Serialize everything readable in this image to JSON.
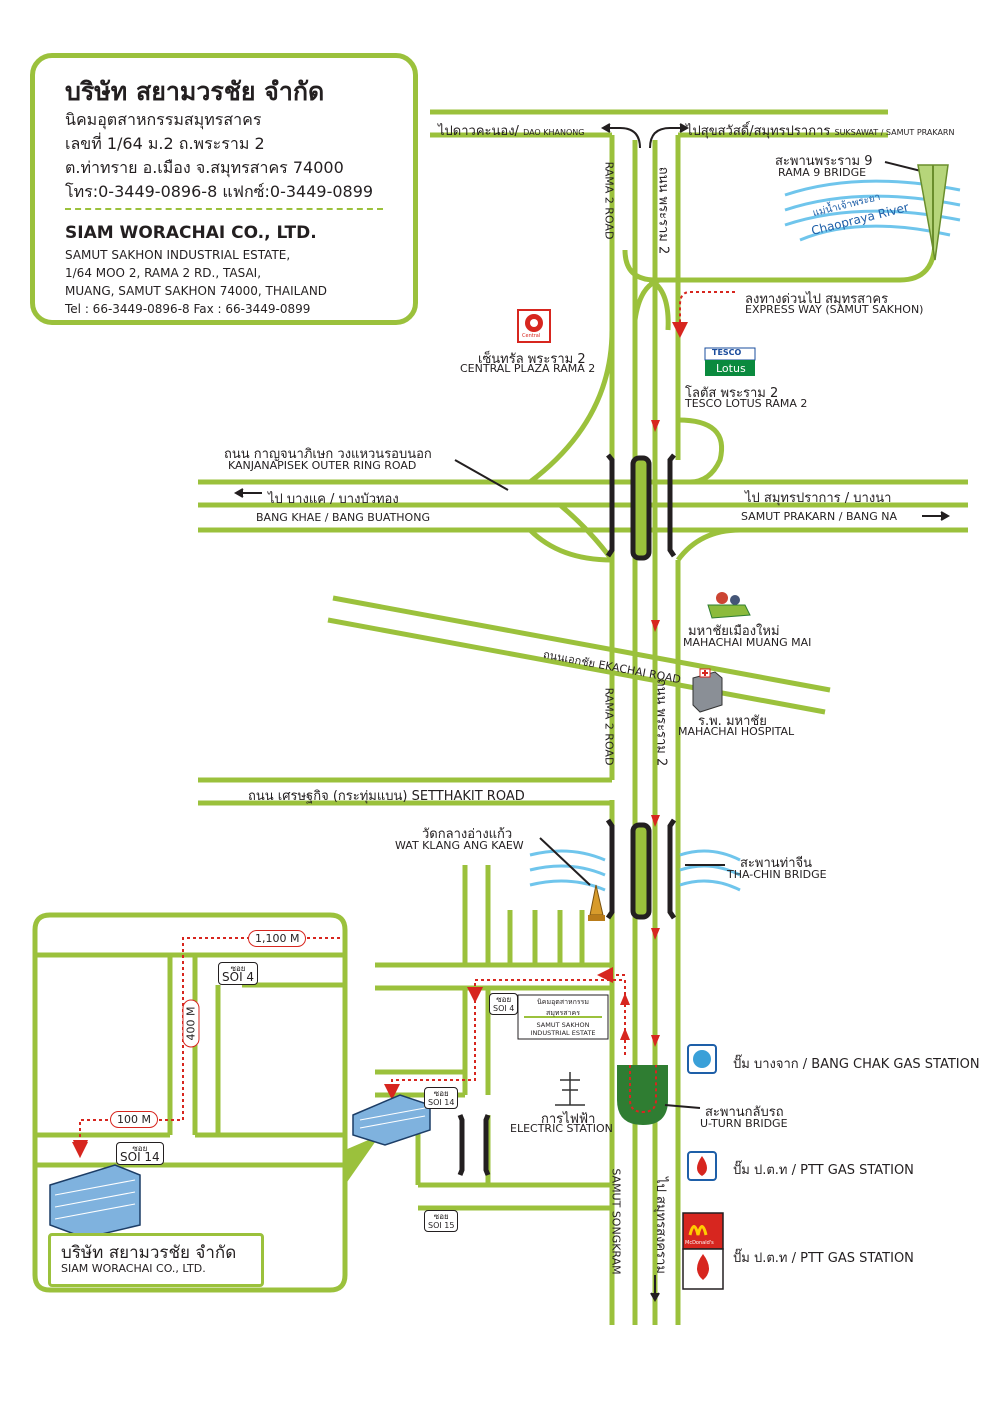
{
  "company": {
    "name_th": "บริษัท สยามวรชัย จำกัด",
    "estate_th": "นิคมอุตสาหกรรมสมุทรสาคร",
    "address1_th": "เลขที่ 1/64 ม.2 ถ.พระราม 2",
    "address2_th": "ต.ท่าทราย อ.เมือง จ.สมุทรสาคร 74000",
    "phone_th": "โทร:0-3449-0896-8 แฟกซ์:0-3449-0899",
    "name_en": "SIAM WORACHAI CO., LTD.",
    "address1_en": "SAMUT SAKHON INDUSTRIAL ESTATE,",
    "address2_en": "1/64 MOO 2, RAMA 2 RD., TASAI,",
    "address3_en": "MUANG, SAMUT SAKHON 74000, THAILAND",
    "phone_en": "Tel : 66-3449-0896-8      Fax : 66-3449-0899"
  },
  "labels": {
    "dao_khanong_th": "ไปดาวคะนอง/",
    "dao_khanong_en": "DAO KHANONG",
    "suksawat_th": "ไปสุขสวัสดิ์/สมุทรปราการ",
    "suksawat_en": "SUKSAWAT / SAMUT PRAKARN",
    "rama9_th": "สะพานพระราม 9",
    "rama9_en": "RAMA 9 BRIDGE",
    "river_th": "แม่น้ำเจ้าพระยา",
    "river_en": "Chaopraya River",
    "rama2_road_en": "RAMA 2 ROAD",
    "rama2_road_th": "ถนน พระราม 2",
    "expressway_th": "ลงทางด่วนไป สมุทรสาคร",
    "expressway_en": "EXPRESS WAY (SAMUT SAKHON)",
    "central_logo": "Central",
    "central_th": "เซ็นทรัล พระราม 2",
    "central_en": "CENTRAL PLAZA RAMA 2",
    "tesco_logo_top": "TESCO",
    "tesco_logo_bottom": "Lotus",
    "tesco_th": "โลตัส พระราม 2",
    "tesco_en": "TESCO LOTUS RAMA 2",
    "kanjanapisek_th": "ถนน กาญจนาภิเษก วงแหวนรอบนอก",
    "kanjanapisek_en": "KANJANAPISEK OUTER RING ROAD",
    "bang_khae_th": "ไป บางแค / บางบัวทอง",
    "bang_khae_en": "BANG KHAE / BANG BUATHONG",
    "samut_prakarn_th": "ไป สมุทรปราการ / บางนา",
    "samut_prakarn_en": "SAMUT PRAKARN / BANG NA",
    "mahachai_mm_th": "มหาชัยเมืองใหม่",
    "mahachai_mm_en": "MAHACHAI MUANG MAI",
    "ekachai": "ถนนเอกชัย EKACHAI ROAD",
    "hospital_th": "ร.พ. มหาชัย",
    "hospital_en": "MAHACHAI HOSPITAL",
    "setthakit": "ถนน เศรษฐกิจ (กระทุ่มแบน) SETTHAKIT ROAD",
    "wat_th": "วัดกลางอ่างแก้ว",
    "wat_en": "WAT KLANG ANG KAEW",
    "thachin_th": "สะพานท่าจีน",
    "thachin_en": "THA-CHIN BRIDGE",
    "estate_sign_th": "นิคมอุตสาหกรรม สมุทรสาคร",
    "estate_sign_en": "SAMUT SAKHON INDUSTRIAL ESTATE",
    "bangchak": "ปั๊ม บางจาก / BANG CHAK GAS STATION",
    "uturn_th": "สะพานกลับรถ",
    "uturn_en": "U-TURN BRIDGE",
    "electric_th": "การไฟฟ้า",
    "electric_en": "ELECTRIC STATION",
    "ptt1": "ปั๊ม ป.ต.ท / PTT GAS STATION",
    "ptt2": "ปั๊ม ป.ต.ท / PTT GAS STATION",
    "mcd_logo": "McDonald's",
    "samut_songkram_en": "SAMUT SONGKRAM",
    "samut_songkram_th": "ไป สมุทรสงคราม"
  },
  "soi": {
    "soi_th": "ซอย",
    "soi4": "SOI 4",
    "soi14": "SOI 14",
    "soi15": "SOI 15",
    "inset_soi4": "SOI 4",
    "inset_soi14": "SOI 14"
  },
  "inset": {
    "dist_1100": "1,100 M",
    "dist_400": "400 M",
    "dist_100": "100 M",
    "name_th": "บริษัท สยามวรชัย จำกัด",
    "name_en": "SIAM WORACHAI CO., LTD."
  },
  "colors": {
    "road": "#9bc13c",
    "road_dark": "#2f7d32",
    "river": "#6fc5ec",
    "route": "#d7261f",
    "bridge": "#231f20"
  }
}
